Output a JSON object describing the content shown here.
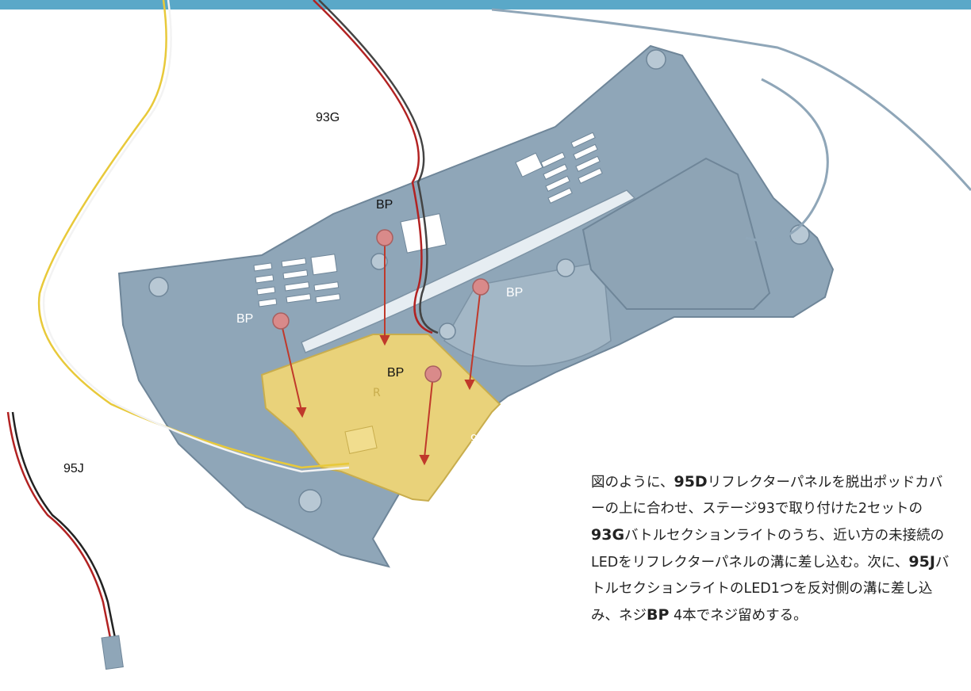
{
  "labels": {
    "cable_93g": "93G",
    "cable_95j": "95J",
    "part_95d": "95D",
    "screw_bp_1": "BP",
    "screw_bp_2": "BP",
    "screw_bp_3": "BP",
    "screw_bp_4": "BP"
  },
  "instruction": {
    "p1": "図のように、",
    "b1": "95D",
    "p2": "リフレクターパネルを脱出ポッドカバーの上に合わせ、ステージ93で取り付けた2セットの",
    "b2": "93G",
    "p3": "バトルセクションライトのうち、近い方の未接続のLEDをリフレクターパネルの溝に差し込む。次に、",
    "b3": "95J",
    "p4": "バトルセクションライトのLED1つを反対側の溝に差し込み、ネジ",
    "b4": "BP",
    "p5": " 4本でネジ留めする。"
  },
  "colors": {
    "header_bar": "#5aa8c8",
    "panel": "#8fa6b8",
    "reflector": "#e9d27a",
    "screw": "#d98a8a",
    "arrow": "#c0392b"
  }
}
